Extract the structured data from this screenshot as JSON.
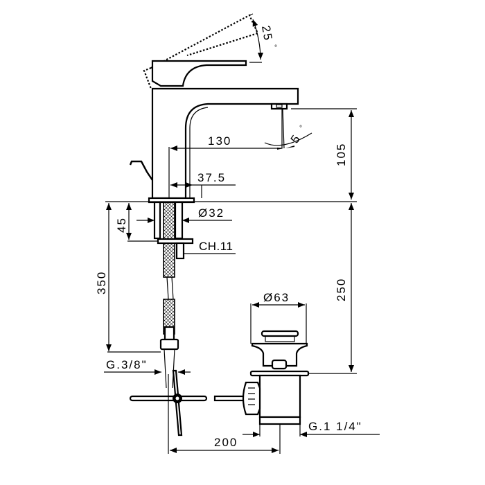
{
  "drawing": {
    "subject": "Single-lever basin mixer with pop-up waste",
    "colors": {
      "line": "#000000",
      "background": "#ffffff"
    },
    "dimensions": {
      "lever_angle": "25",
      "spout_angle": "5",
      "degree_symbol": "°",
      "spout_height": "105",
      "spout_reach": "130",
      "spout_offset": "37.5",
      "body_diameter": "Ø32",
      "max_deck_thickness": "45",
      "nut_size": "CH.11",
      "hose_length": "350",
      "hose_connection": "G.3/8\"",
      "waste_diameter": "Ø63",
      "waste_height": "250",
      "waste_thread": "G.1 1/4\"",
      "rod_distance": "200"
    }
  }
}
